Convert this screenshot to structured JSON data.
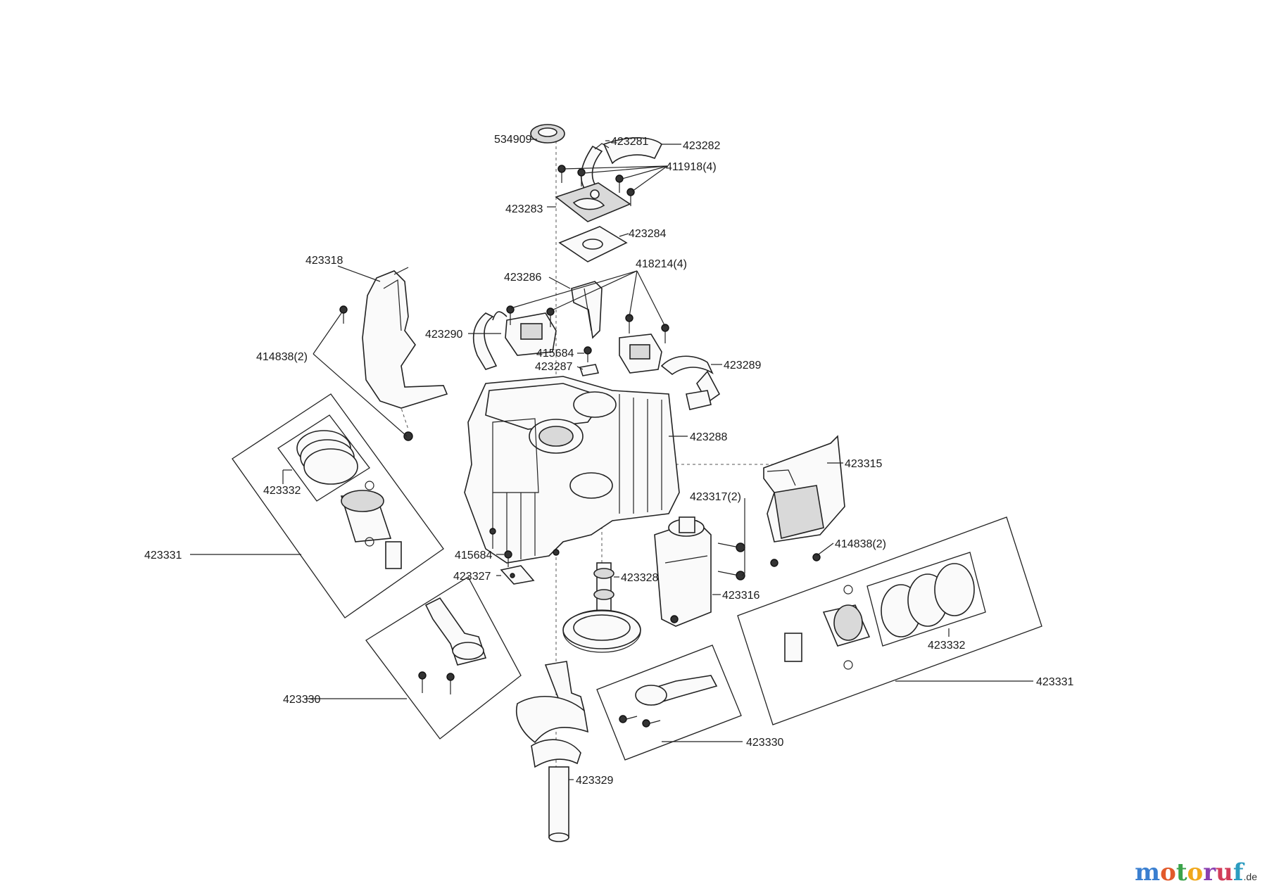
{
  "labels": {
    "p534909": "534909",
    "p423281": "423281",
    "p423282": "423282",
    "p411918": "411918(4)",
    "p423283": "423283",
    "p423284": "423284",
    "p418214": "418214(4)",
    "p423318": "423318",
    "p423286": "423286",
    "p423290": "423290",
    "p414838a": "414838(2)",
    "p415684a": "415684",
    "p423287": "423287",
    "p423289": "423289",
    "p423288": "423288",
    "p423315": "423315",
    "p423332a": "423332",
    "p423317": "423317(2)",
    "p414838b": "414838(2)",
    "p423331a": "423331",
    "p415684b": "415684",
    "p423327": "423327",
    "p423328": "423328",
    "p423316": "423316",
    "p423332b": "423332",
    "p423331b": "423331",
    "p423330a": "423330",
    "p423330b": "423330",
    "p423329": "423329"
  },
  "watermark": {
    "letters": [
      "m",
      "o",
      "t",
      "o",
      "r",
      "u",
      "f"
    ],
    "domain": ".de"
  }
}
